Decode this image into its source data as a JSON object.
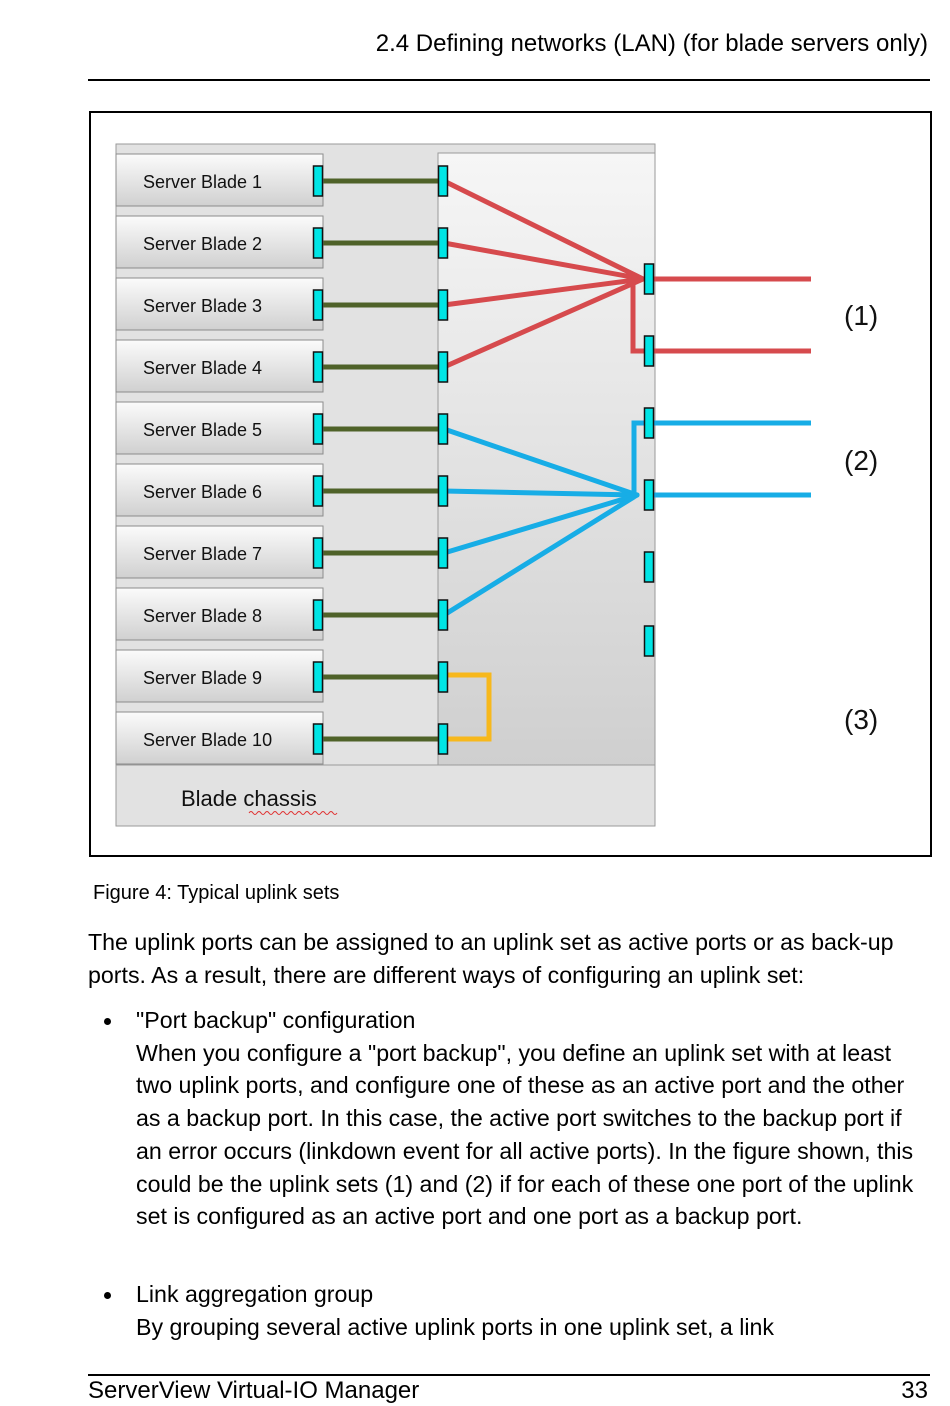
{
  "header": {
    "running_head": "2.4 Defining networks (LAN) (for blade servers only)"
  },
  "figure": {
    "blades": [
      "Server Blade 1",
      "Server Blade 2",
      "Server Blade 3",
      "Server Blade 4",
      "Server Blade 5",
      "Server Blade 6",
      "Server Blade 7",
      "Server Blade 8",
      "Server Blade 9",
      "Server Blade 10"
    ],
    "chassis_label": "Blade chassis",
    "set_labels": [
      "(1)",
      "(2)",
      "(3)"
    ],
    "colors": {
      "set1": "#d64a4d",
      "set2": "#17ade6",
      "set3": "#f7b81c",
      "internal_link": "#4f6229",
      "port": "#00e5e5"
    },
    "caption": "Figure 4: Typical uplink sets"
  },
  "body": {
    "intro": "The uplink ports can be assigned to an uplink set as active ports or as back-up ports. As a result, there are different ways of configuring an uplink set:",
    "bullets": [
      {
        "title": "\"Port backup\" configuration",
        "text": "When you configure a \"port backup\", you define an uplink set with at least two uplink ports, and configure one of these as an active port and the other as a backup port. In this case, the active port switches to the backup port if an error occurs (linkdown event for all active ports). In the figure shown, this could be the uplink sets (1) and (2) if for each of these one port of the uplink set is configured as an active port and one port as a backup port."
      },
      {
        "title": "Link aggregation group",
        "text": "By grouping several active uplink ports in one uplink set, a link"
      }
    ]
  },
  "footer": {
    "product": "ServerView Virtual-IO Manager",
    "page_number": "33"
  }
}
